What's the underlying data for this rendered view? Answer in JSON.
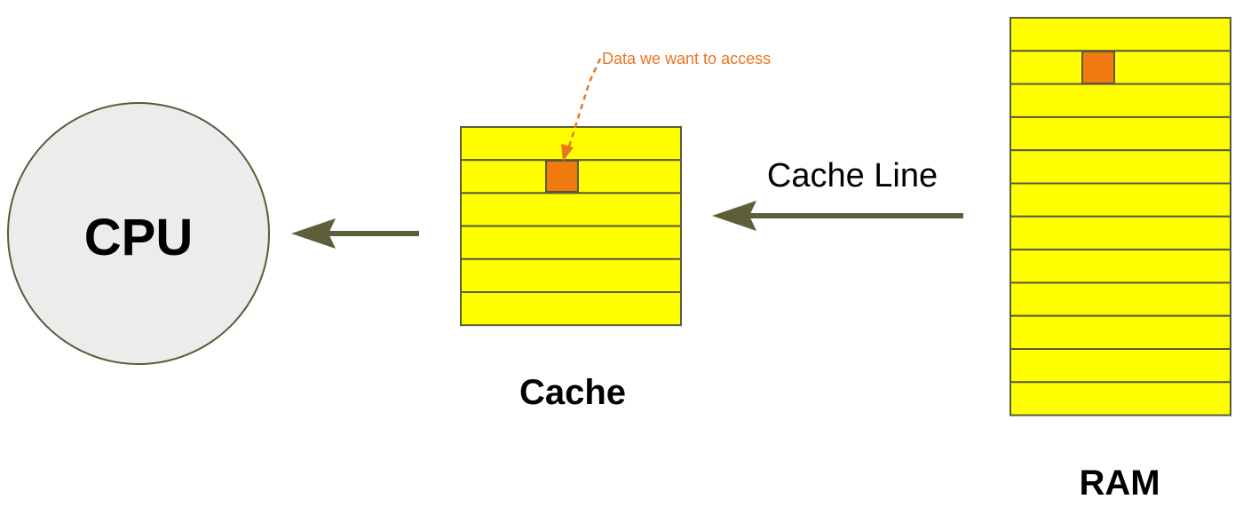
{
  "cpu": {
    "label": "CPU"
  },
  "cache": {
    "label": "Cache",
    "rows": 6
  },
  "ram": {
    "label": "RAM",
    "rows": 12
  },
  "cache_line": {
    "label": "Cache Line"
  },
  "annotation": {
    "text": "Data we want to access"
  },
  "colors": {
    "block_fill": "#ffff00",
    "block_stroke": "#5a5a3a",
    "target_fill": "#f07a10",
    "arrow": "#5d5f3a",
    "annotation": "#e87722",
    "cpu_fill": "#ececec",
    "cpu_stroke": "#5a5a3a"
  }
}
